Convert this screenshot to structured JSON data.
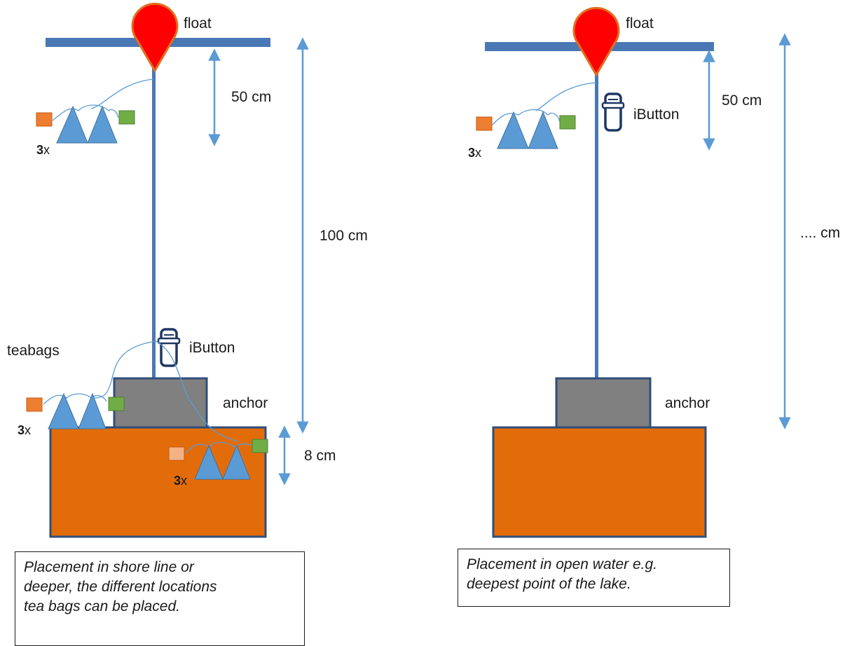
{
  "left_panel": {
    "float_label": "float",
    "top_distance": "50 cm",
    "mid_distance": "100 cm",
    "bottom_distance": "8 cm",
    "teabags_label": "teabags",
    "ibutton_label": "iButton",
    "anchor_label": "anchor",
    "multiplier_number": "3",
    "multiplier_x": "x",
    "caption": "Placement in shore line or\ndeeper, the different locations\ntea bags can be placed."
  },
  "right_panel": {
    "float_label": "float",
    "top_distance": "50 cm",
    "total_distance": ".... cm",
    "ibutton_label": "iButton",
    "anchor_label": "anchor",
    "multiplier_number": "3",
    "multiplier_x": "x",
    "caption": "Placement in open water e.g.\ndeepest point of the lake."
  },
  "colors": {
    "float_red": "#ff0000",
    "float_outline": "#e07020",
    "bar_blue": "#4a78b5",
    "line_blue": "#4a78b5",
    "arrow_blue": "#5b9bd5",
    "teabag_blue": "#5b9bd5",
    "tag_orange": "#ed7d31",
    "tag_green": "#70ad47",
    "anchor_grey": "#808080",
    "base_orange": "#e36c0a",
    "outline_navy": "#2f4e7a"
  }
}
